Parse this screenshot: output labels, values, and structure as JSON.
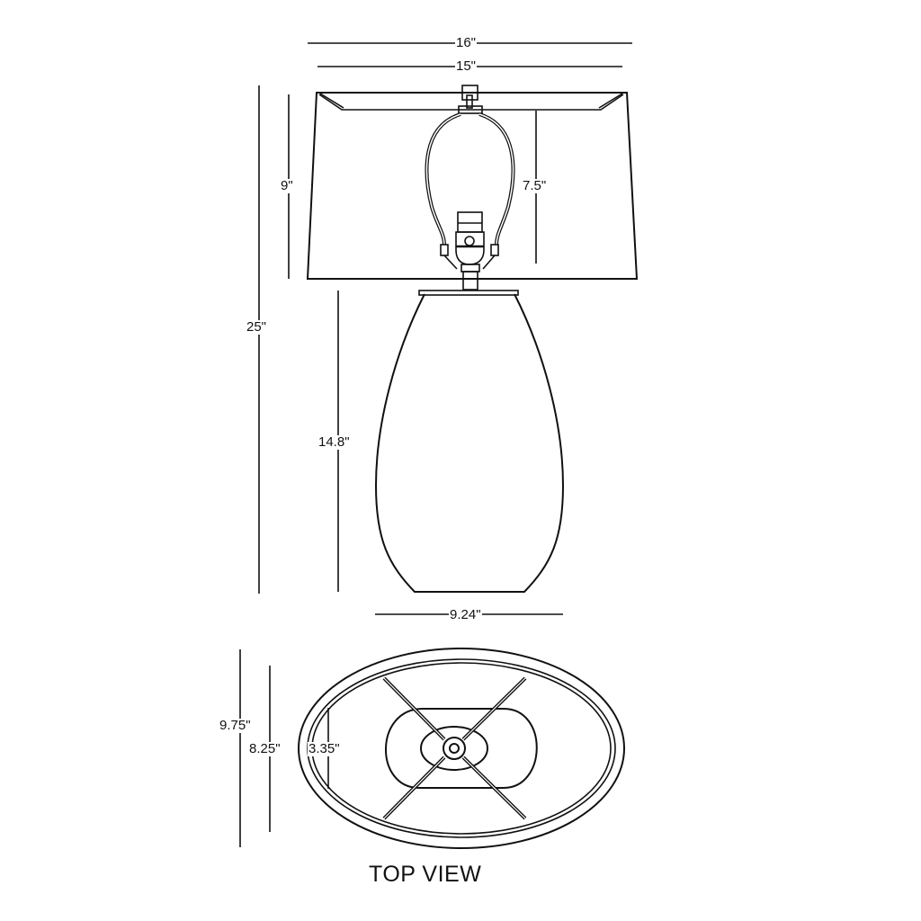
{
  "diagram": {
    "type": "product-dimension-drawing",
    "subject": "table lamp",
    "front_view": {
      "dimensions": {
        "shade_top_outer_width": "16\"",
        "shade_top_inner_width": "15\"",
        "shade_height": "9\"",
        "harp_height": "7.5\"",
        "overall_height": "25\"",
        "base_height": "14.8\"",
        "base_width": "9.24\""
      }
    },
    "top_view": {
      "title": "TOP VIEW",
      "dimensions": {
        "outer_depth": "9.75\"",
        "inner_depth": "8.25\"",
        "center_depth": "3.35\""
      }
    }
  },
  "colors": {
    "line": "#111111",
    "background": "#ffffff"
  }
}
